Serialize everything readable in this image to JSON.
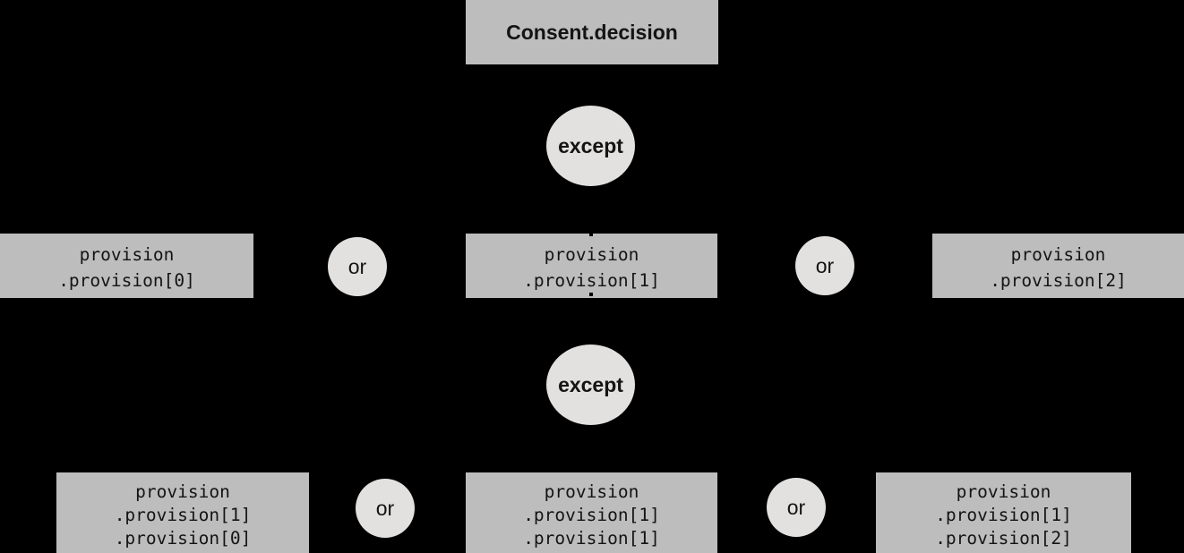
{
  "diagram": {
    "root": {
      "label": "Consent.decision"
    },
    "operators": {
      "except": "except",
      "or": "or"
    },
    "level1_nodes": [
      {
        "lines": [
          "provision",
          ".provision[0]"
        ]
      },
      {
        "lines": [
          "provision",
          ".provision[1]"
        ]
      },
      {
        "lines": [
          "provision",
          ".provision[2]"
        ]
      }
    ],
    "level2_nodes": [
      {
        "lines": [
          "provision",
          ".provision[1]",
          ".provision[0]"
        ]
      },
      {
        "lines": [
          "provision",
          ".provision[1]",
          ".provision[1]"
        ]
      },
      {
        "lines": [
          "provision",
          ".provision[1]",
          ".provision[2]"
        ]
      }
    ],
    "colors": {
      "background": "#000000",
      "box_fill": "#bdbdbd",
      "circle_fill": "#e2e1df",
      "text": "#141414"
    }
  }
}
